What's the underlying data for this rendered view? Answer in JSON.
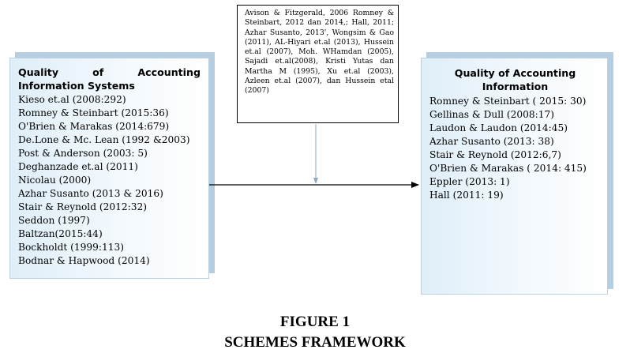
{
  "left_box": {
    "title_words": [
      "Quality",
      "of",
      "Accounting"
    ],
    "title_line2": "Information Systems",
    "items": [
      "Kieso et.al (2008:292)",
      "Romney & Steinbart (2015:36)",
      "O'Brien & Marakas (2014:679)",
      "De.Lone & Mc. Lean (1992 &2003)",
      "Post  & Anderson (2003: 5)",
      "Deghanzade et.al (2011)",
      "Nicolau (2000)",
      "Azhar Susanto (2013 & 2016)",
      "Stair & Reynold (2012:32)",
      "Seddon (1997)",
      "Baltzan(2015:44)",
      "Bockholdt (1999:113)",
      "Bodnar & Hapwood (2014)"
    ]
  },
  "right_box": {
    "title_line1": "Quality of Accounting",
    "title_line2": "Information",
    "items": [
      "Romney & Steinbart ( 2015: 30)",
      "Gellinas & Dull (2008:17)",
      "Laudon & Laudon (2014:45)",
      "Azhar Susanto (2013: 38)",
      "Stair & Reynold (2012:6,7)",
      "O'Brien & Marakas ( 2014: 415)",
      "Eppler (2013: 1)",
      "Hall (2011: 19)"
    ]
  },
  "citation_box": {
    "text": "Avison & Fitzgerald, 2006 Romney & Steinbart, 2012 dan 2014,; Hall, 2011; Azhar Susanto, 2013', Wongsim & Gao (2011), AL-Hiyari et.al (2013), Hussein et.al (2007), Moh. WHamdan (2005), Sajadi et.al(2008), Kristi Yutas dan Martha M (1995), Xu et.al (2003), Azleen et.al (2007), dan Hussein etal (2007)"
  },
  "caption": {
    "line1": "FIGURE 1",
    "line2": "SCHEMES FRAMEWORK"
  },
  "colors": {
    "box_fill_start": "#dfeef8",
    "box_shadow": "#b7cee0",
    "box_border": "#b9d3e6",
    "arrow_main": "#000000",
    "arrow_citation": "#8aa9c4"
  }
}
